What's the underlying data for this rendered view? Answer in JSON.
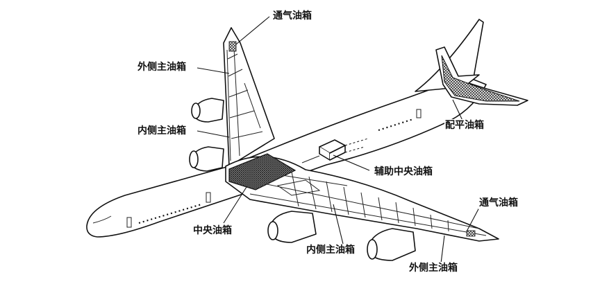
{
  "labels": {
    "vent_tank_top": "通气油箱",
    "outer_main_tank_left": "外侧主油箱",
    "inner_main_tank_left": "内侧主油箱",
    "trim_tank": "配平油箱",
    "aux_center_tank": "辅助中央油箱",
    "vent_tank_right": "通气油箱",
    "center_tank": "中央油箱",
    "inner_main_tank_bottom": "内侧主油箱",
    "outer_main_tank_bottom": "外侧主油箱"
  },
  "colors": {
    "line": "#111111",
    "hatch": "#333333",
    "background": "#ffffff"
  }
}
